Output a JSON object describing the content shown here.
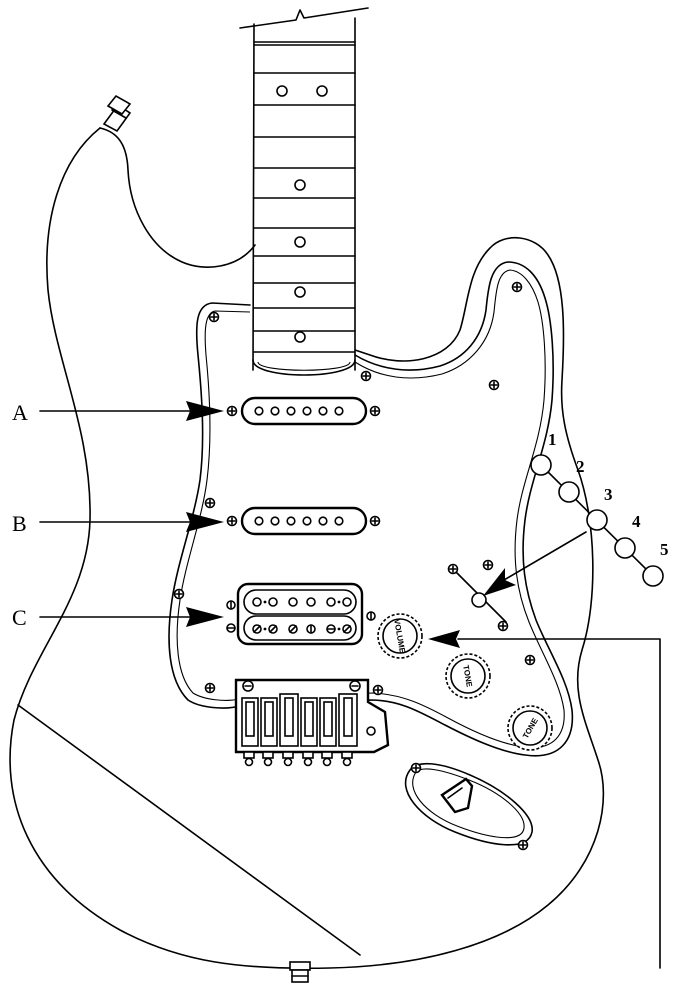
{
  "labels": {
    "pickup_a": "A",
    "pickup_b": "B",
    "pickup_c": "C"
  },
  "switch_positions": [
    "1",
    "2",
    "3",
    "4",
    "5"
  ],
  "knobs": {
    "volume": "VOLUME",
    "tone_1": "TONE",
    "tone_2": "TONE"
  },
  "colors": {
    "line": "#000000",
    "fill": "#ffffff"
  }
}
